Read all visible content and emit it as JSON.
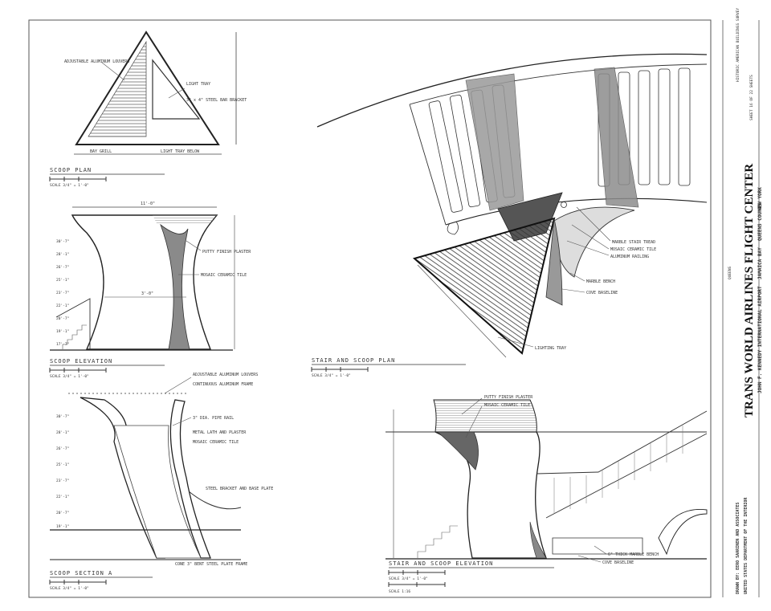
{
  "views": {
    "scoop_plan": {
      "title": "SCOOP PLAN",
      "scale": "SCALE 3/4\" = 1'-0\"",
      "notes": [
        "ADJUSTABLE ALUMINUM LOUVERS",
        "LIGHT TRAY",
        "3\" x 4\" STEEL BAR BRACKET",
        "BAY GRILL",
        "LIGHT TRAY BELOW"
      ]
    },
    "scoop_elevation": {
      "title": "SCOOP ELEVATION",
      "scale": "SCALE 3/4\" = 1'-0\"",
      "notes": [
        "PUTTY FINISH PLASTER",
        "MOSAIC CERAMIC TILE"
      ],
      "width_dim": "11'-0\"",
      "mid_dim": "3'-0\"",
      "levels": [
        "30'-7\"",
        "28'-1\"",
        "26'-7\"",
        "25'-1\"",
        "23'-7\"",
        "22'-1\"",
        "20'-7\"",
        "19'-1\"",
        "17'-7\""
      ]
    },
    "scoop_section": {
      "title": "SCOOP SECTION A",
      "scale": "SCALE 3/4\" = 1'-0\"",
      "notes": [
        "ADJUSTABLE ALUMINUM LOUVERS",
        "CONTINUOUS ALUMINUM FRAME",
        "3\" DIA. PIPE RAIL",
        "METAL LATH AND PLASTER",
        "MOSAIC CERAMIC TILE",
        "STEEL BRACKET AND BASE PLATE",
        "CONE 3\" BENT STEEL PLATE FRAME"
      ],
      "levels": [
        "30'-7\"",
        "28'-1\"",
        "26'-7\"",
        "25'-1\"",
        "23'-7\"",
        "22'-1\"",
        "20'-7\"",
        "19'-1\""
      ]
    },
    "stair_scoop_plan": {
      "title": "STAIR AND SCOOP PLAN",
      "scale": "SCALE 3/4\" = 1'-0\"",
      "notes": [
        "MARBLE STAIR TREAD",
        "MOSAIC CERAMIC TILE",
        "ALUMINUM RAILING",
        "MARBLE BENCH",
        "COVE BASELINE",
        "LIGHTING TRAY"
      ]
    },
    "stair_scoop_elevation": {
      "title": "STAIR AND SCOOP ELEVATION",
      "scale": "SCALE 3/4\" = 1'-0\"",
      "scale2": "SCALE 1:16",
      "notes": [
        "PUTTY FINISH PLASTER",
        "MOSAIC CERAMIC TILE",
        "6\" THICK MARBLE BENCH",
        "COVE BASELINE"
      ]
    }
  },
  "title_block": {
    "title": "TRANS WORLD AIRLINES FLIGHT CENTER",
    "airport": "JOHN F. KENNEDY INTERNATIONAL AIRPORT",
    "place": "JAMAICA BAY",
    "county": "QUEENS COUNTY",
    "state": "NEW YORK",
    "agency": "UNITED STATES DEPARTMENT OF THE INTERIOR",
    "drawn_by": "DRAWN BY: EERO SAARINEN AND ASSOCIATES",
    "survey": "HISTORIC AMERICAN BUILDINGS SURVEY",
    "sheet": "SHEET 16 OF 22 SHEETS",
    "queens": "QUEENS"
  }
}
